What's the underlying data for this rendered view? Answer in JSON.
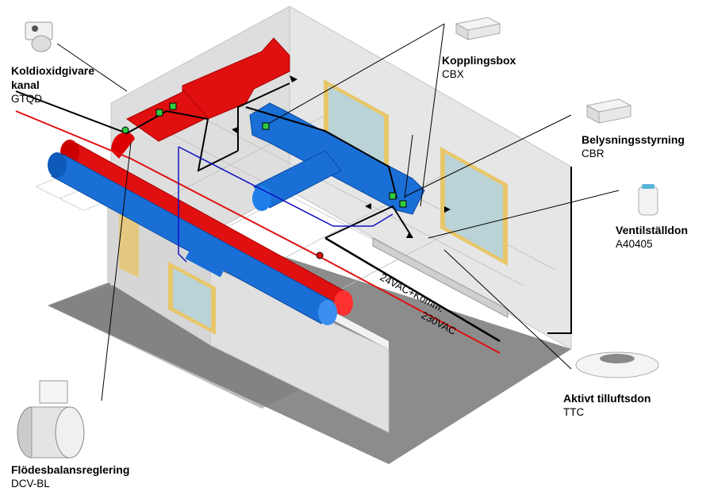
{
  "labels": {
    "co2": {
      "title_line1": "Koldioxidgivare",
      "title_line2": "kanal",
      "code": "GTQD"
    },
    "cbx": {
      "title": "Kopplingsbox",
      "code": "CBX"
    },
    "cbr": {
      "title": "Belysningsstyrning",
      "code": "CBR"
    },
    "actuator": {
      "title": "Ventilställdon",
      "code": "A40405"
    },
    "ttc": {
      "title": "Aktivt tilluftsdon",
      "code": "TTC"
    },
    "dcv": {
      "title": "Flödesbalansreglering",
      "code": "DCV-BL"
    }
  },
  "wires": {
    "low_voltage": "24VAC+Komm.",
    "mains": "230VAC"
  },
  "colors": {
    "supply_duct": "#e01010",
    "exhaust_duct": "#1a6fd6",
    "mains_wire": "#e01010",
    "control_wire": "#000000",
    "signal_wire": "#1010c0",
    "connector": "#2ecc40",
    "wall": "#d9d9d9",
    "floor": "#8c8c8c",
    "window_frame": "#e8c66a",
    "window_glass": "#b9d3d6"
  }
}
